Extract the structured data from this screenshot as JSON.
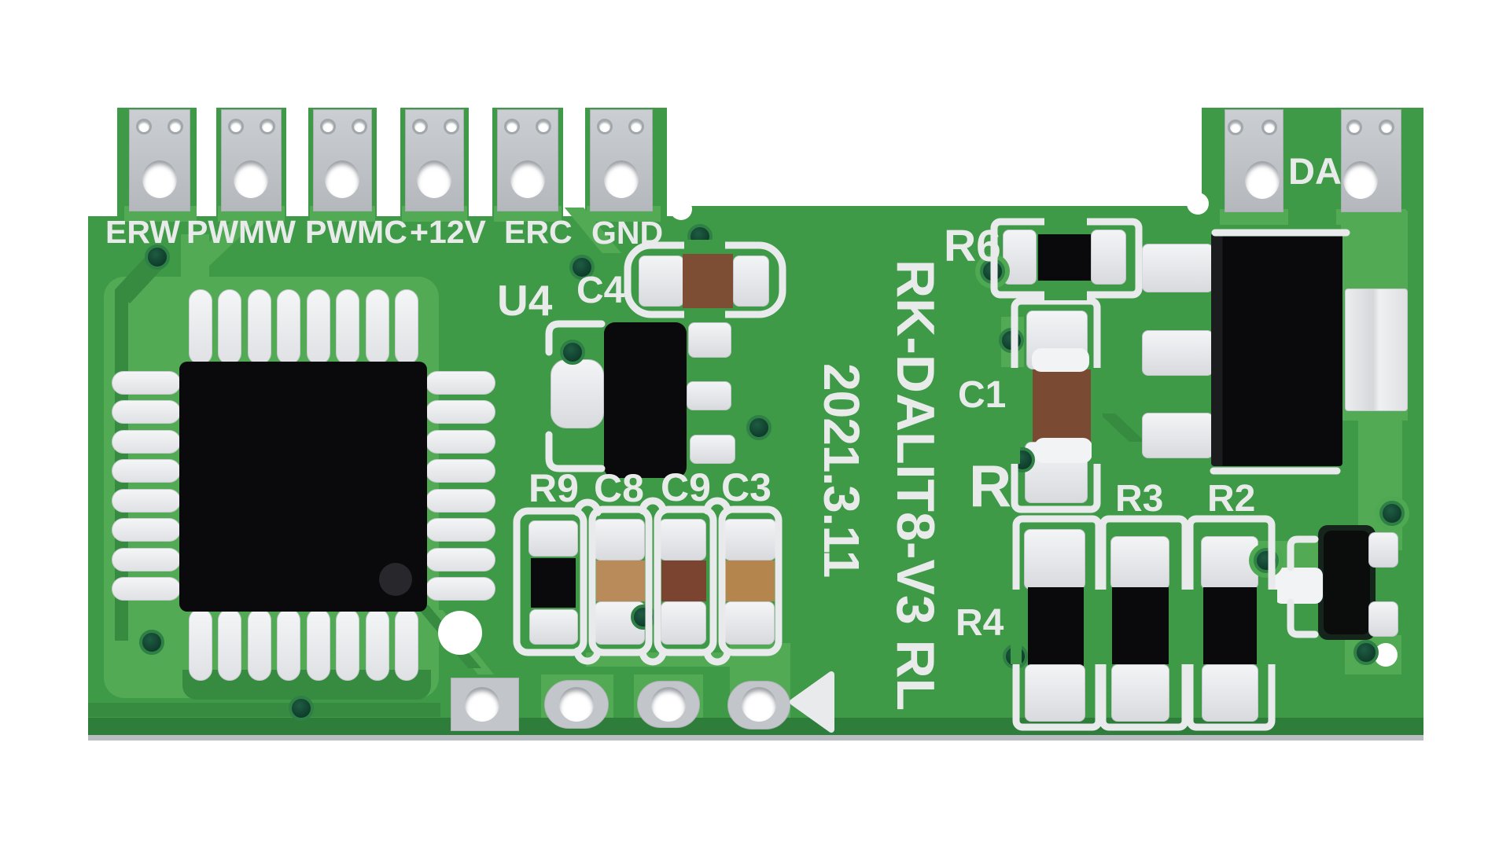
{
  "connector_labels": {
    "c1": "ERW",
    "c2": "PWMW",
    "c3": "PWMC",
    "c4": "+12V",
    "c5": "ERC",
    "c6": "GND",
    "da": "DA"
  },
  "silkscreen_labels": {
    "u4": "U4",
    "c4": "C4",
    "r9": "R9",
    "c8": "C8",
    "c9": "C9",
    "c3": "C3",
    "r6": "R6",
    "c1": "C1",
    "r": "R",
    "r3": "R3",
    "r2": "R2",
    "r4": "R4"
  },
  "vertical_text": {
    "model": "RK-DALIT8-V3 RL",
    "date": "2021.3.11"
  },
  "colors": {
    "board_green": "#3E9A47",
    "light_green": "#52AA55",
    "dark_edge_green": "#2E7D3B",
    "trace_green": "#378B41",
    "silkscreen": "#E8EAEC",
    "pad_silver": "#C9CCD0",
    "solder_white": "#EFF1F3",
    "component_black": "#0A0A0C",
    "capacitor_brown_dark": "#7A4430",
    "capacitor_brown_light": "#B98A5A",
    "capacitor_brown_c4": "#7D4E33"
  }
}
